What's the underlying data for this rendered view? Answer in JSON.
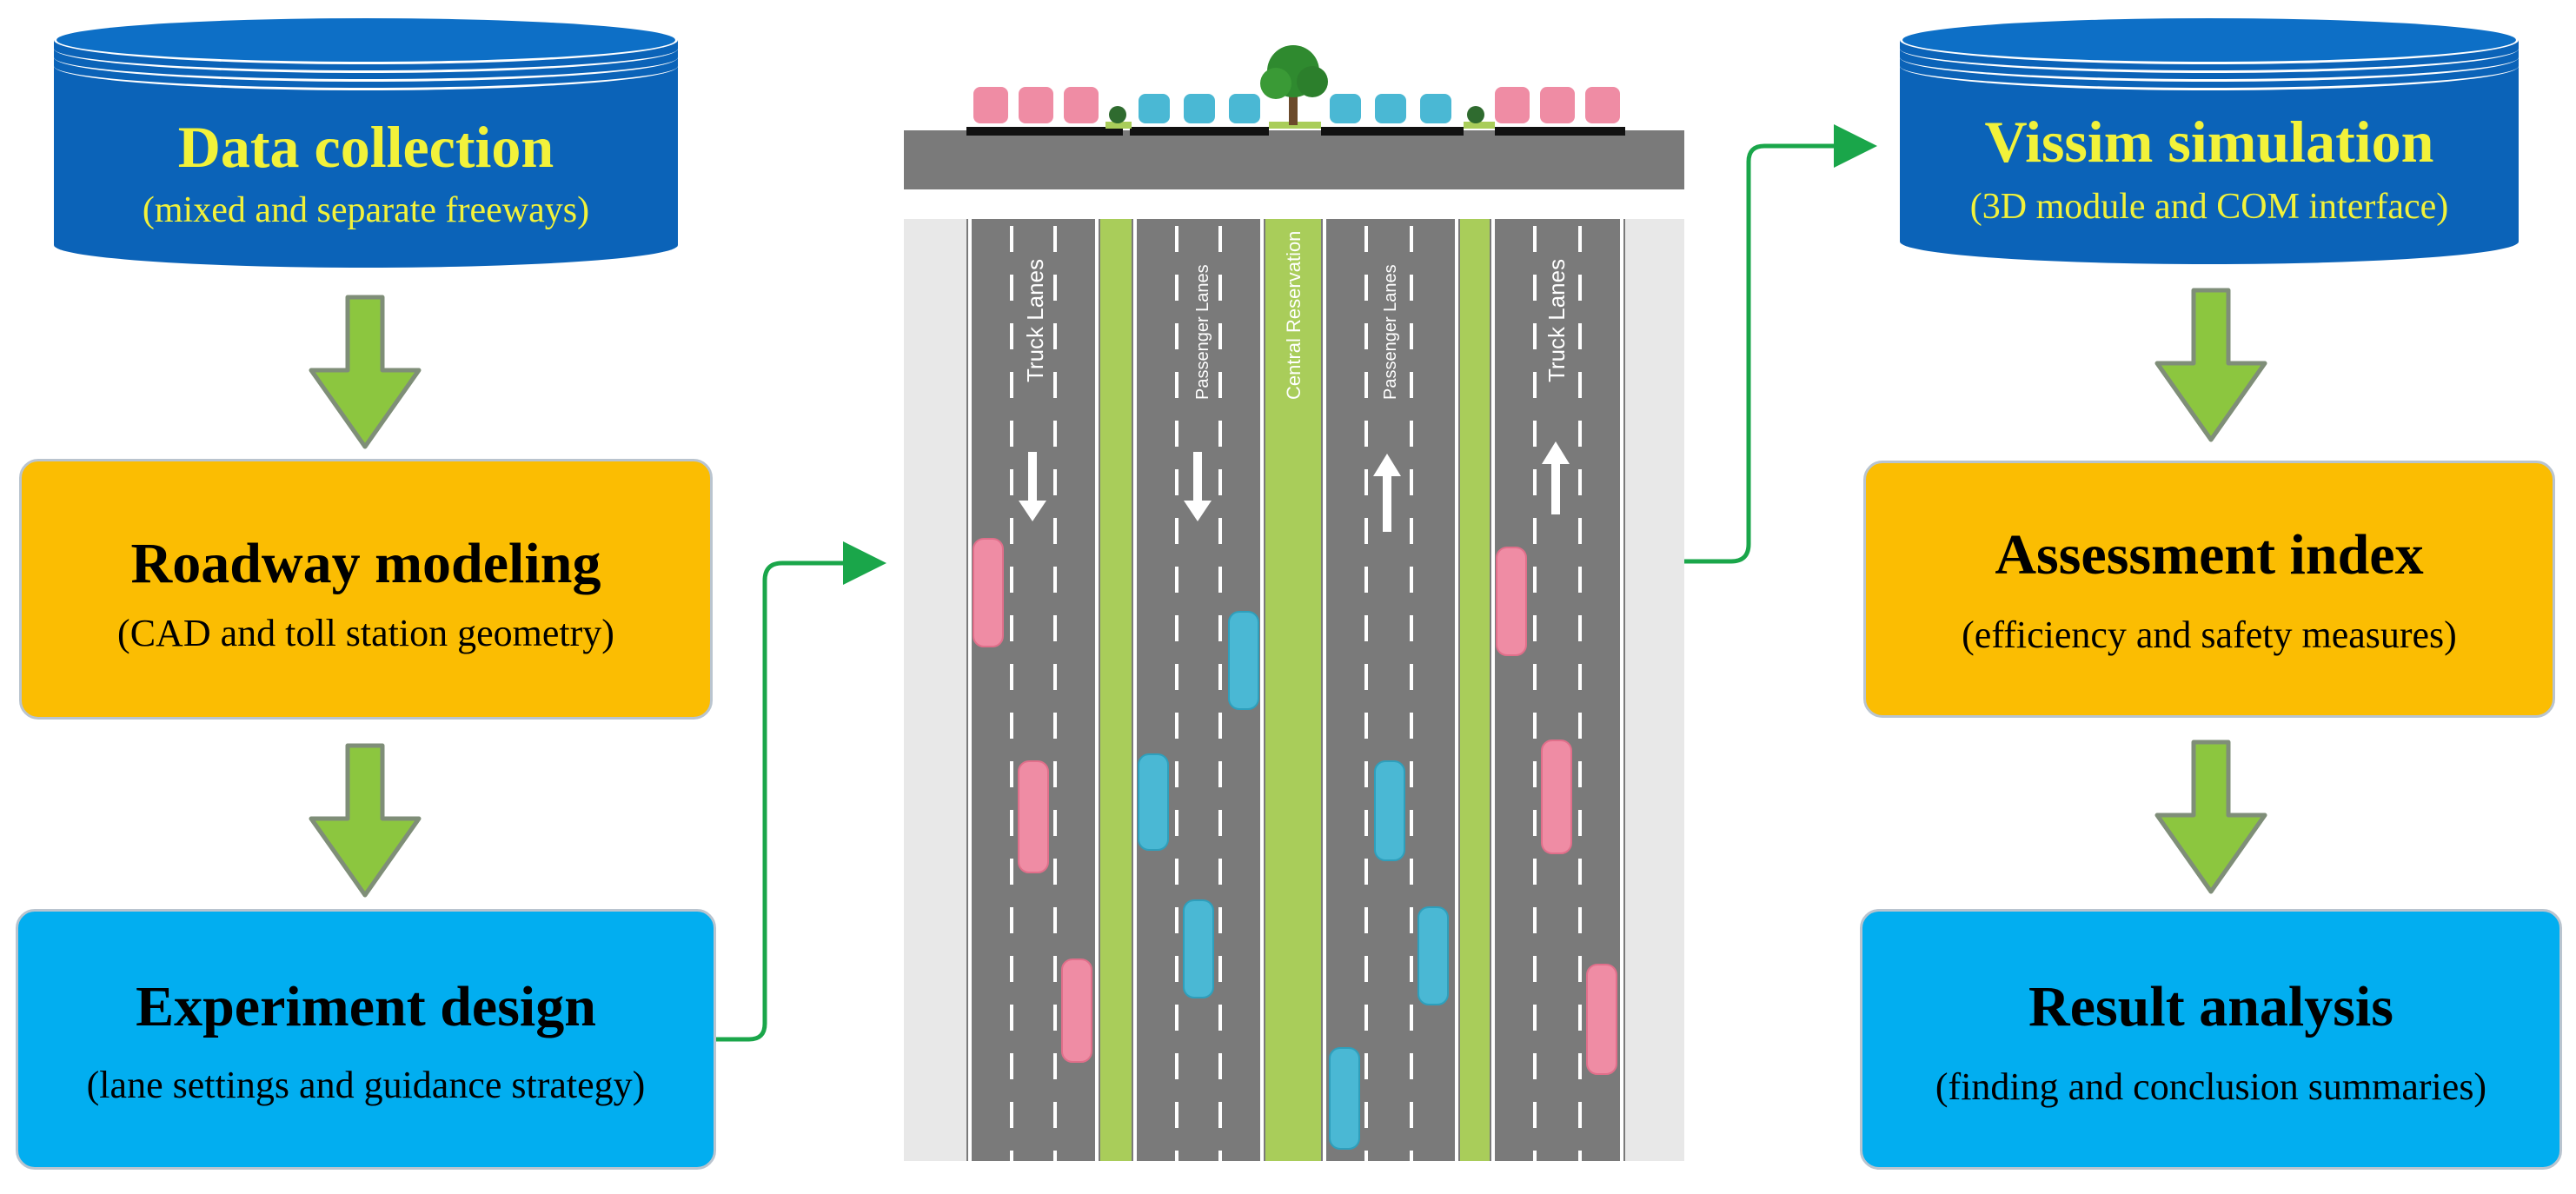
{
  "left": {
    "cylinder": {
      "title": "Data collection",
      "subtitle": "(mixed and separate freeways)"
    },
    "box1": {
      "title": "Roadway modeling",
      "subtitle": "(CAD and toll station geometry)"
    },
    "box2": {
      "title": "Experiment design",
      "subtitle": "(lane settings and guidance strategy)"
    }
  },
  "right": {
    "cylinder": {
      "title": "Vissim simulation",
      "subtitle": "(3D module and COM interface)"
    },
    "box1": {
      "title": "Assessment index",
      "subtitle": "(efficiency and safety measures)"
    },
    "box2": {
      "title": "Result analysis",
      "subtitle": "(finding and conclusion summaries)"
    }
  },
  "road": {
    "lane_labels": [
      "Truck Lanes",
      "Passenger Lanes",
      "Central Reservation",
      "Passenger Lanes",
      "Truck Lanes"
    ]
  },
  "colors": {
    "cylinder": "#0b63b8",
    "cylinder_text": "#f2f23a",
    "orange_box": "#fbbd02",
    "blue_box": "#02aef0",
    "flow_arrow": "#8cc63f",
    "connector": "#1aa64a",
    "truck": "#ef8ca4",
    "car": "#4ab8d4",
    "median": "#a9cd5a",
    "asphalt": "#7a7a7a"
  }
}
